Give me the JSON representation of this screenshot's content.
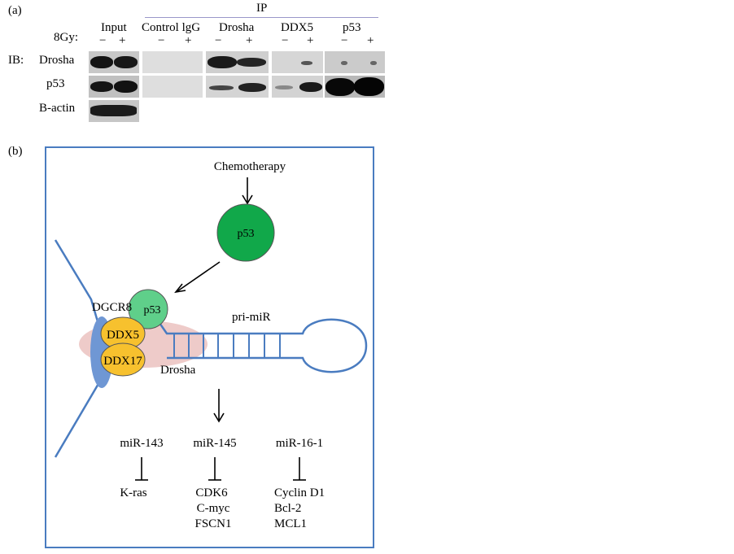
{
  "panel_a": {
    "label": "(a)",
    "ip_header": "IP",
    "dose_label": "8Gy:",
    "ib_label": "IB:",
    "groups": [
      "Input",
      "Control lgG",
      "Drosha",
      "DDX5",
      "p53"
    ],
    "minus": "−",
    "plus": "+",
    "rows": [
      "Drosha",
      "p53",
      "B-actin"
    ]
  },
  "panel_b": {
    "label": "(b)",
    "chemotherapy": "Chemotherapy",
    "p53_top": "p53",
    "p53_complex": "p53",
    "dgcr8": "DGCR8",
    "ddx5": "DDX5",
    "ddx17": "DDX17",
    "drosha": "Drosha",
    "pri_mir": "pri-miR",
    "mirnas": [
      {
        "name": "miR-143",
        "targets": [
          "K-ras"
        ]
      },
      {
        "name": "miR-145",
        "targets": [
          "CDK6",
          "C-myc",
          "FSCN1"
        ]
      },
      {
        "name": "miR-16-1",
        "targets": [
          "Cyclin D1",
          "Bcl-2",
          "MCL1"
        ]
      }
    ],
    "colors": {
      "p53_green": "#11a84a",
      "p53_light_green": "#5fcf8a",
      "ddx_yellow": "#f7c12e",
      "dgcr8_blue": "#6f97d4",
      "drosha_pink": "#e8b9b7",
      "rna_blue": "#4a7cc0",
      "frame_blue": "#4a7cc0"
    }
  }
}
